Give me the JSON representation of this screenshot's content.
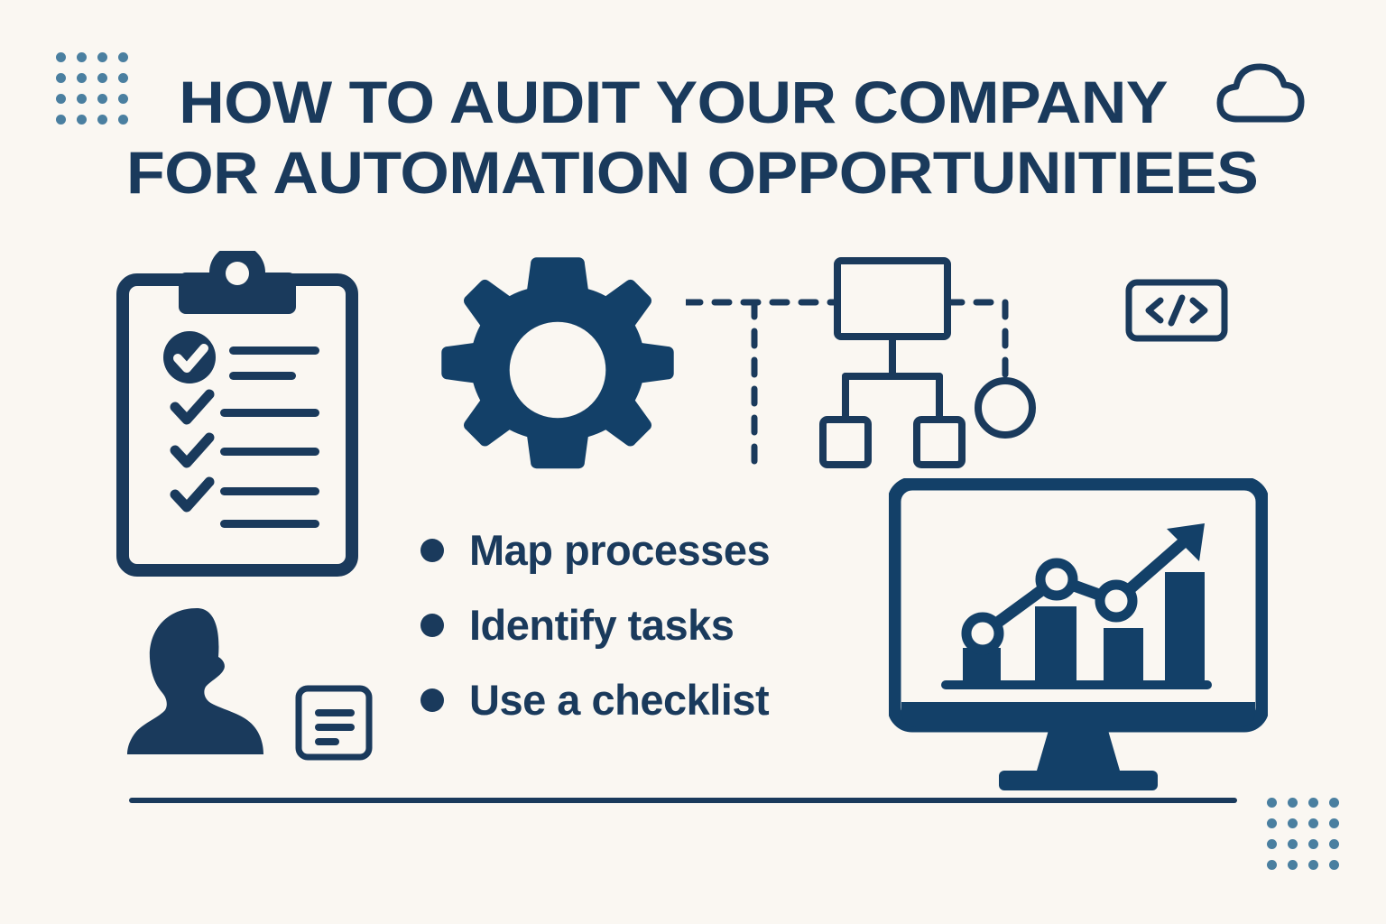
{
  "theme": {
    "background_color": "#faf7f2",
    "primary_color": "#1a3a5c",
    "accent_color": "#134068",
    "dot_color": "#4a7fa0"
  },
  "title": {
    "line1": "HOW TO AUDIT YOUR COMPANY",
    "line2": "FOR AUTOMATION OPPORTUNITIEES",
    "full_text": "HOW TO AUDIT YOUR COMPANY FOR AUTOMATION OPPORTUNITIEES"
  },
  "bullets": [
    {
      "label": "Map processes"
    },
    {
      "label": "Identify tasks"
    },
    {
      "label": "Use a checklist"
    }
  ],
  "icons": {
    "cloud": "cloud-icon",
    "clipboard": "clipboard-checklist-icon",
    "gear": "gear-icon",
    "flowchart": "flowchart-diagram-icon",
    "code": "code-brackets-icon",
    "code_glyph": "</>",
    "monitor": "monitor-growth-chart-icon",
    "person": "person-silhouette-icon",
    "document": "document-lines-icon",
    "dot_grid_top_left": "dot-grid-decoration",
    "dot_grid_bottom_right": "dot-grid-decoration"
  },
  "clipboard": {
    "checked_items": 1,
    "unchecked_check_marks": 3,
    "text_lines": 6
  },
  "chart_data": {
    "type": "bar",
    "title": "",
    "categories": [
      "1",
      "2",
      "3",
      "4"
    ],
    "values": [
      25,
      62,
      45,
      82
    ],
    "xlabel": "",
    "ylabel": "",
    "ylim": [
      0,
      100
    ],
    "grid": false,
    "legend": "none",
    "overlay": {
      "type": "line",
      "name": "trend",
      "marker_points": [
        {
          "x": 1,
          "y": 42
        },
        {
          "x": 2,
          "y": 72
        },
        {
          "x": 3,
          "y": 62
        }
      ],
      "arrow_end": {
        "x": 4,
        "y": 95
      },
      "direction": "upward"
    }
  },
  "flowchart": {
    "nodes": [
      {
        "id": "main-box",
        "shape": "rectangle"
      },
      {
        "id": "child-left",
        "shape": "small-square"
      },
      {
        "id": "child-right",
        "shape": "small-square"
      },
      {
        "id": "side-node",
        "shape": "circle"
      }
    ],
    "connectors": [
      {
        "from": "gear",
        "to": "main-box",
        "style": "dashed"
      },
      {
        "from": "main-box",
        "to": "side-node",
        "style": "dashed"
      },
      {
        "from": "main-box",
        "to": "child-left",
        "style": "solid"
      },
      {
        "from": "main-box",
        "to": "child-right",
        "style": "solid"
      }
    ]
  },
  "dot_grid": {
    "rows": 4,
    "cols": 4,
    "count": 16
  }
}
